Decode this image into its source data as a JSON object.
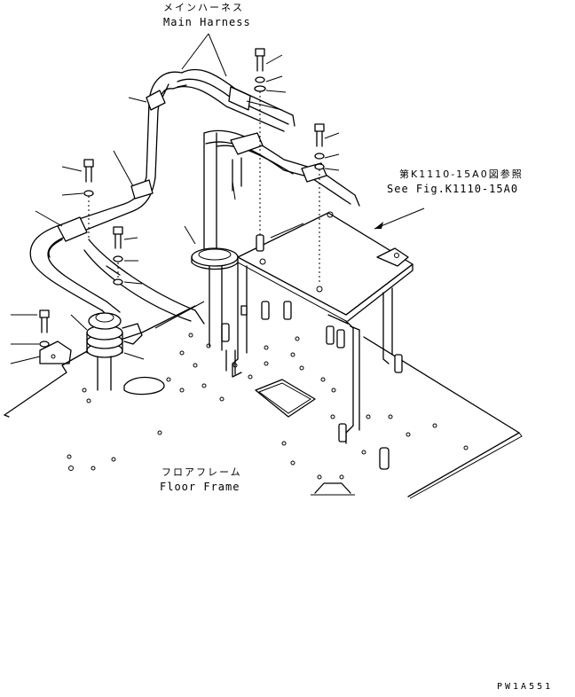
{
  "labels": {
    "main_harness_jp": "メインハーネス",
    "main_harness_en": "Main Harness",
    "ref_jp": "第K1110-15A0図参照",
    "ref_en": "See Fig.K1110-15A0",
    "floor_frame_jp": "フロアフレーム",
    "floor_frame_en": "Floor Frame",
    "drawing_code": "PW1A551"
  }
}
